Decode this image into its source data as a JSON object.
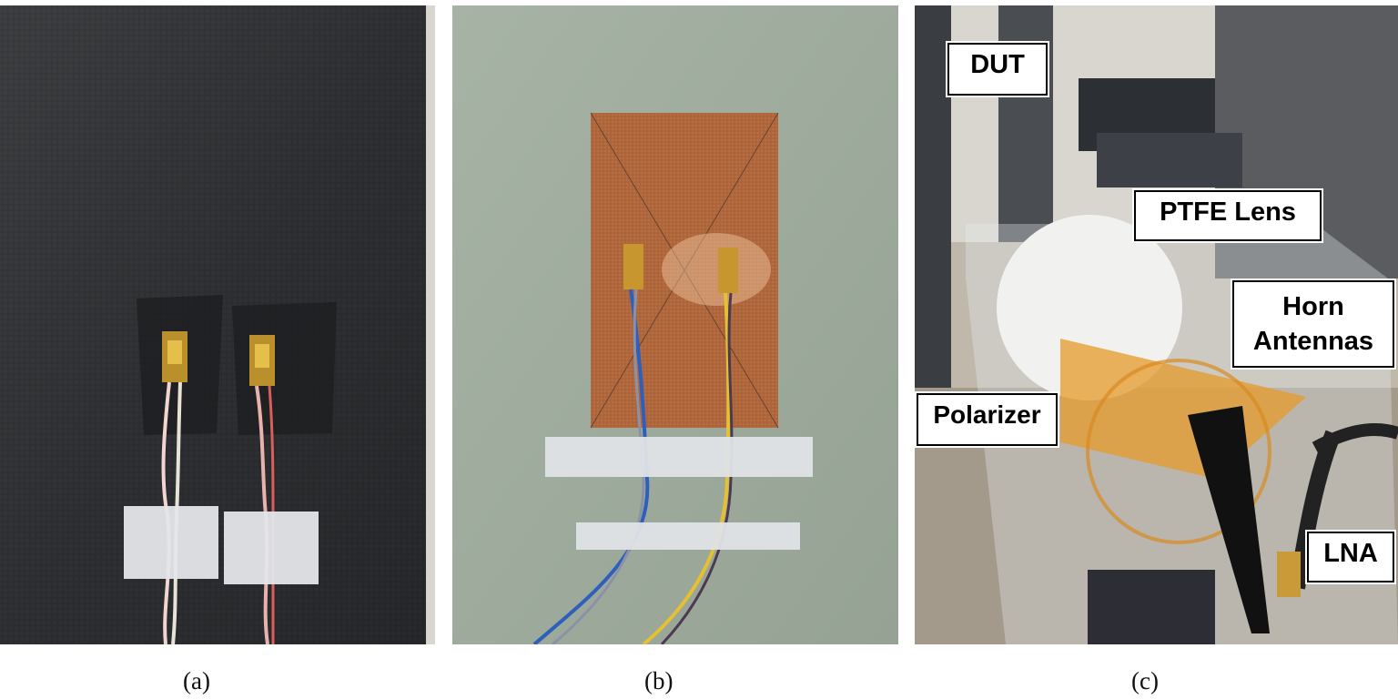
{
  "captions": {
    "a": "(a)",
    "b": "(b)",
    "c": "(c)"
  },
  "labels": {
    "dut": "DUT",
    "ptfe_lens": "PTFE Lens",
    "horn_antennas": "Horn\nAntennas",
    "polarizer": "Polarizer",
    "lna": "LNA"
  }
}
